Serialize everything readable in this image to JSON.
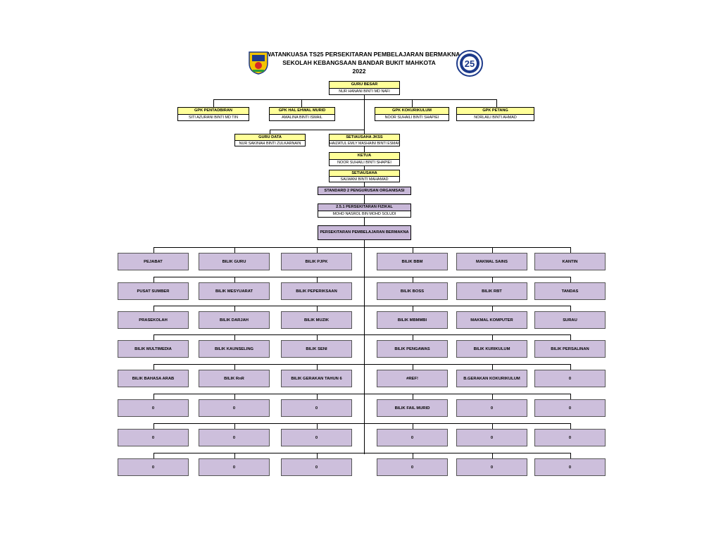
{
  "header": {
    "line1": "JAWATANKUASA TS25 PERSEKITARAN PEMBELAJARAN BERMAKNA",
    "line2": "SEKOLAH KEBANGSAAN BANDAR BUKIT MAHKOTA",
    "line3": "2022",
    "ts25_logo_text": "25"
  },
  "guru_besar": {
    "title": "GURU BESAR",
    "name": "NUR HANANI BINTI MD NAFI"
  },
  "gpk": [
    {
      "title": "GPK PENTADBIRAN",
      "name": "SITI AZURANI BINTI MD TIN"
    },
    {
      "title": "GPK HAL EHWAL MURID",
      "name": "AMALINA BINTI ISMAIL"
    },
    {
      "title": "GPK KOKURIKULUM",
      "name": "NOOR SUHAILI BINTI SHAPIEI"
    },
    {
      "title": "GPK PETANG",
      "name": "NORLAILI BINTI AHMAD"
    }
  ],
  "guru_data": {
    "title": "GURU DATA",
    "name": "NUR SAKINAH BINTI ZULKARNAIN"
  },
  "setiausaha_jkss": {
    "title": "SETIAUSAHA JKSS",
    "name": "HAIZATUL EMLY MASHAINI BINTI ESMAIL"
  },
  "ketua": {
    "title": "KETUA",
    "name": "NOOR SUHAILI BINTI SHAPIEI"
  },
  "setiausaha": {
    "title": "SETIAUSAHA",
    "name": "SALWANI BINTI MAHAMAD"
  },
  "standard": "STANDARD 2  PENGURUSAN ORGANISASI",
  "persekitaran_fizikal": {
    "title": "2.5.1 PERSEKITARAN FIZIKAL",
    "name": "MOHD NASROL BIN MOHD SOLUDI"
  },
  "ppb": "PERSEKITARAN PEMBELAJARAN BERMAKNA",
  "rooms": [
    [
      "PEJABAT",
      "BILIK GURU",
      "BILIK PJPK",
      "BILIK BBM",
      "MAKMAL SAINS",
      "KANTIN"
    ],
    [
      "PUSAT SUMBER",
      "BILIK MESYUARAT",
      "BILIK PEPERIKSAAN",
      "BILIK BOSS",
      "BILIK RBT",
      "TANDAS"
    ],
    [
      "PRASEKOLAH",
      "BILIK DARJAH",
      "BILIK MUZIK",
      "BILIK MBMMBI",
      "MAKMAL KOMPUTER",
      "SURAU"
    ],
    [
      "BILIK MULTIMEDIA",
      "BILIK KAUNSELING",
      "BILIK SENI",
      "BILIK PENGAWAS",
      "BILIK KURIKULUM",
      "BILIK PERSALINAN"
    ],
    [
      "BILIK BAHASA ARAB",
      "BILIK RnR",
      "BILIK GERAKAN TAHUN 6",
      "#REF!",
      "B.GERAKAN KOKURIKULUM",
      "0"
    ],
    [
      "0",
      "0",
      "0",
      "BILIK FAIL MURID",
      "0",
      "0"
    ],
    [
      "0",
      "0",
      "0",
      "0",
      "0",
      "0"
    ],
    [
      "0",
      "0",
      "0",
      "0",
      "0",
      "0"
    ]
  ],
  "colors": {
    "header_yellow": "#ffff99",
    "purple": "#cdbfdc",
    "logo_blue": "#1d3a8a"
  }
}
